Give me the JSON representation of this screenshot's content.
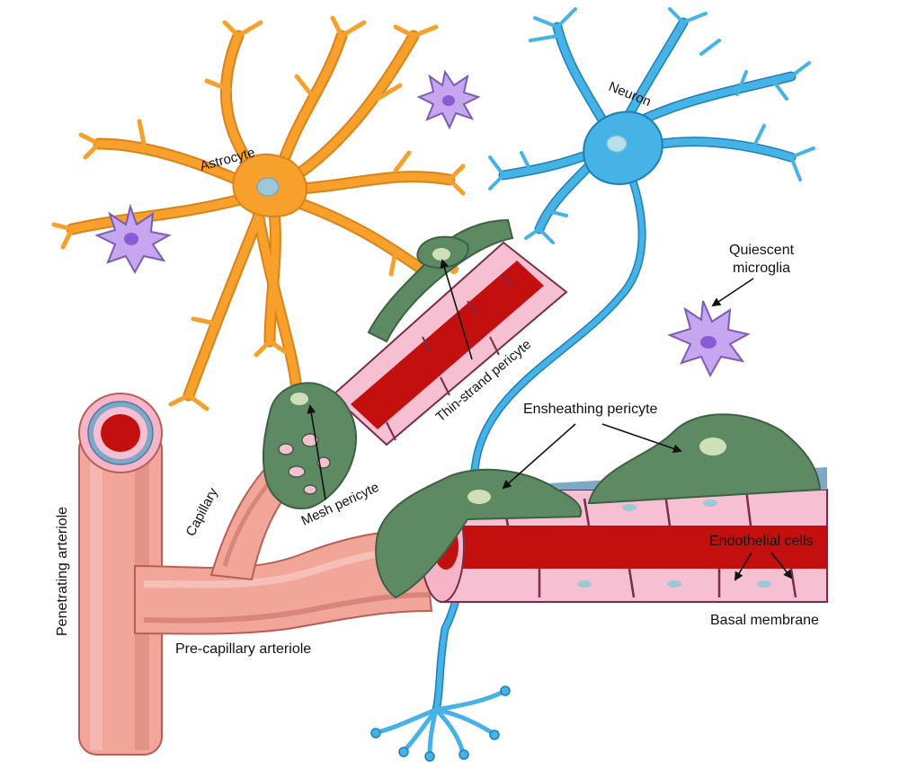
{
  "labels": {
    "astrocyte": "Astrocyte",
    "neuron": "Neuron",
    "quiescent_line1": "Quiescent",
    "quiescent_line2": "microglia",
    "thin_strand_pericyte": "Thin-strand pericyte",
    "ensheathing_pericyte": "Ensheathing pericyte",
    "mesh_pericyte": "Mesh pericyte",
    "capillary": "Capillary",
    "penetrating_arteriole": "Penetrating arteriole",
    "pre_capillary_arteriole": "Pre-capillary arteriole",
    "endothelial_cells": "Endothelial cells",
    "basal_membrane": "Basal membrane"
  },
  "colors": {
    "astrocyte": "#f7a02b",
    "neuron": "#45b3e6",
    "microglia": "#c6a6ef",
    "microglia_nucleus": "#8a5bd4",
    "vessel_wall": "#f2a69a",
    "vessel_lumen": "#c40f0f",
    "endothelial": "#f6bfd2",
    "pericyte": "#5e8a63",
    "basal_membrane": "#7fa8c6"
  }
}
